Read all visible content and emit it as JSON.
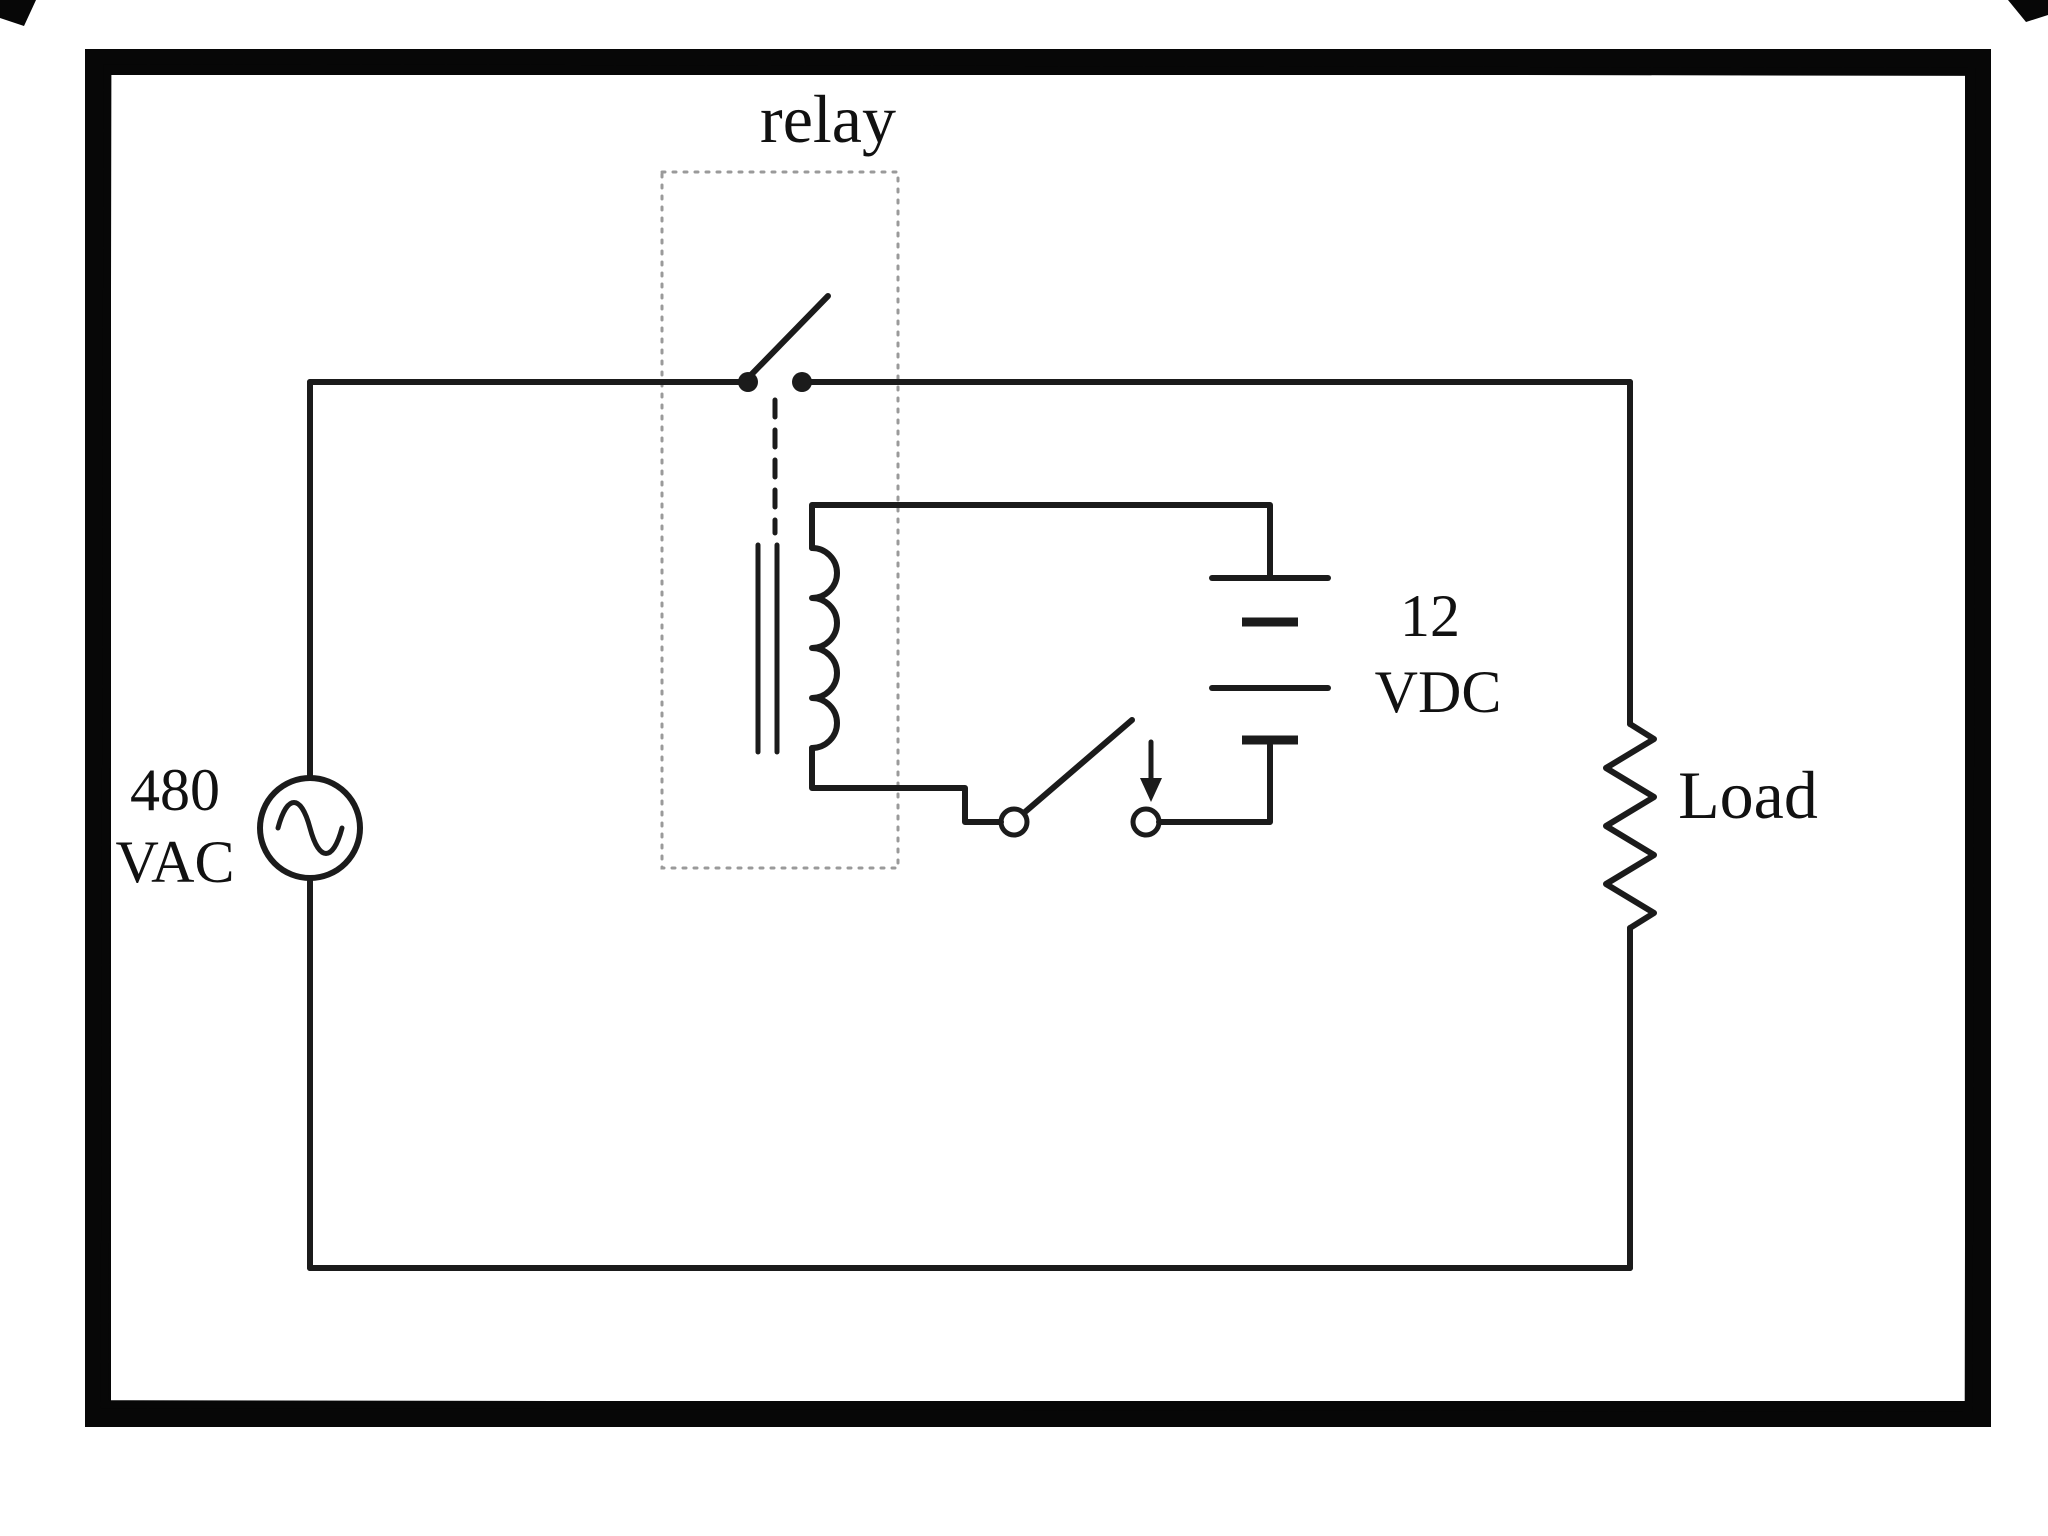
{
  "figure": {
    "type": "circuit-diagram",
    "subject": "relay switching a high-voltage AC load from a low-voltage DC control circuit"
  },
  "labels": {
    "relay": "relay",
    "ac_source": {
      "line1": "480",
      "line2": "VAC"
    },
    "battery": {
      "line1": "12",
      "line2": "VDC"
    },
    "load": "Load"
  },
  "components": [
    {
      "name": "ac-source",
      "visible_label": "480 VAC"
    },
    {
      "name": "relay-contact",
      "visible_label": ""
    },
    {
      "name": "relay-coil",
      "visible_label": ""
    },
    {
      "name": "relay-boundary",
      "visible_label": "relay"
    },
    {
      "name": "dc-battery",
      "visible_label": "12 VDC"
    },
    {
      "name": "dc-switch",
      "visible_label": ""
    },
    {
      "name": "load-resistor",
      "visible_label": "Load"
    }
  ],
  "colors": {
    "line": "#1b1b1b",
    "text": "#111111",
    "frame": "#070707",
    "relay_box": "#9a9a9a",
    "background": "#ffffff"
  }
}
